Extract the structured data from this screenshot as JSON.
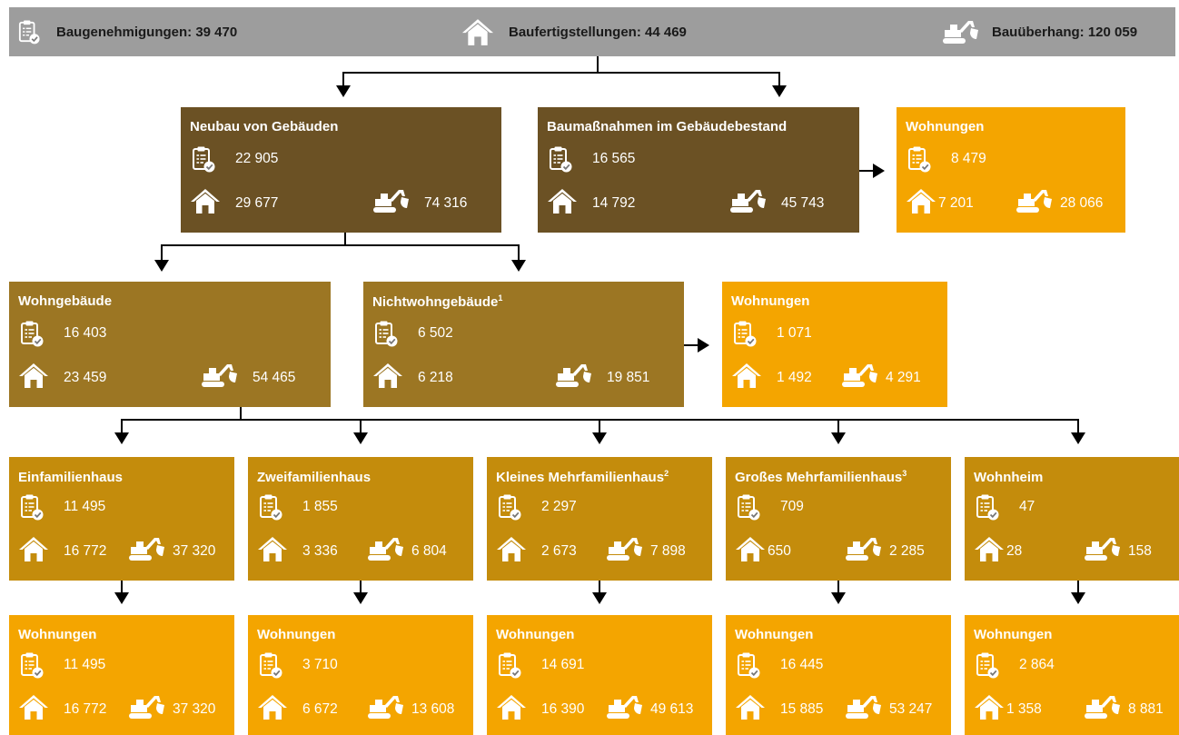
{
  "header": {
    "permits": "Baugenehmigungen: 39 470",
    "completions": "Baufertigstellungen: 44 469",
    "overhang": "Bauüberhang: 120 059"
  },
  "neubau": {
    "title": "Neubau von Gebäuden",
    "permits": "22 905",
    "completions": "29 677",
    "overhang": "74 316"
  },
  "bestand": {
    "title": "Baumaßnahmen im Gebäudebestand",
    "permits": "16 565",
    "completions": "14 792",
    "overhang": "45 743"
  },
  "bestand_wohnungen": {
    "title": "Wohnungen",
    "permits": "8 479",
    "completions": "7 201",
    "overhang": "28 066"
  },
  "wohngebaeude": {
    "title": "Wohngebäude",
    "permits": "16 403",
    "completions": "23 459",
    "overhang": "54 465"
  },
  "nichtwohn": {
    "title": "Nichtwohngebäude",
    "sup": "1",
    "permits": "6 502",
    "completions": "6 218",
    "overhang": "19 851"
  },
  "nichtwohn_wohnungen": {
    "title": "Wohnungen",
    "permits": "1 071",
    "completions": "1 492",
    "overhang": "4 291"
  },
  "types": [
    {
      "title": "Einfamilienhaus",
      "sup": "",
      "permits": "11 495",
      "completions": "16 772",
      "overhang": "37 320"
    },
    {
      "title": "Zweifamilienhaus",
      "sup": "",
      "permits": "1 855",
      "completions": "3 336",
      "overhang": "6 804"
    },
    {
      "title": "Kleines Mehrfamilienhaus",
      "sup": "2",
      "permits": "2 297",
      "completions": "2 673",
      "overhang": "7 898"
    },
    {
      "title": "Großes Mehrfamilienhaus",
      "sup": "3",
      "permits": "709",
      "completions": "650",
      "overhang": "2 285"
    },
    {
      "title": "Wohnheim",
      "sup": "",
      "permits": "47",
      "completions": "28",
      "overhang": "158"
    }
  ],
  "type_wohnungen": [
    {
      "title": "Wohnungen",
      "permits": "11 495",
      "completions": "16 772",
      "overhang": "37 320"
    },
    {
      "title": "Wohnungen",
      "permits": "3 710",
      "completions": "6 672",
      "overhang": "13 608"
    },
    {
      "title": "Wohnungen",
      "permits": "14 691",
      "completions": "16 390",
      "overhang": "49 613"
    },
    {
      "title": "Wohnungen",
      "permits": "16 445",
      "completions": "15 885",
      "overhang": "53 247"
    },
    {
      "title": "Wohnungen",
      "permits": "2 864",
      "completions": "1 358",
      "overhang": "8 881"
    }
  ],
  "colors": {
    "dark": "#6b5124",
    "mid": "#9c7623",
    "tan": "#c48c0c",
    "orange": "#f4a500",
    "header": "#9d9d9d"
  },
  "icons": [
    "clipboard-icon",
    "house-icon",
    "excavator-icon"
  ]
}
